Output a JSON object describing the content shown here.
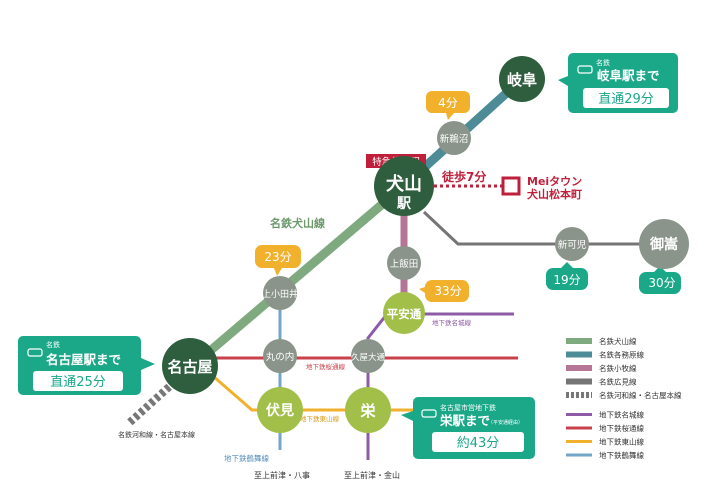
{
  "stations": {
    "gifu": "岐阜",
    "shin_unuma": "新鵜沼",
    "inuyama_1": "犬山",
    "inuyama_2": "駅",
    "shin_kani": "新可児",
    "mitake": "御嵩",
    "kami_iida": "上飯田",
    "heian_dori": "平安通",
    "kami_otai": "上小田井",
    "marunouchi": "丸の内",
    "hisaya_odori": "久屋大通",
    "nagoya": "名古屋",
    "fushimi": "伏見",
    "sakae": "栄"
  },
  "badges": {
    "shin_unuma": "4分",
    "kami_otai": "23分",
    "heian_dori": "33分",
    "shin_kani": "19分",
    "mitake": "30分"
  },
  "labels": {
    "express_stop": "特急停車駅",
    "walk": "徒歩7分",
    "dest_1": "Meiタウン",
    "dest_2": "犬山松本町",
    "inuyama_line": "名鉄犬山線",
    "meijo_line": "地下鉄名城線",
    "sakuradori_line": "地下鉄桜通線",
    "higashiyama_line": "地下鉄東山線",
    "tsurumai_line": "地下鉄鶴舞線",
    "kawawa_line": "名鉄河和線・名古屋本線",
    "to_kamimaezu_yagoto": "至上前津・八事",
    "to_kamimaezu_kanayama": "至上前津・金山"
  },
  "callouts": {
    "gifu": {
      "company": "名鉄",
      "title": "岐阜駅まで",
      "time": "直通29分"
    },
    "nagoya": {
      "company": "名鉄",
      "title": "名古屋駅まで",
      "time": "直通25分"
    },
    "sakae": {
      "company": "名古屋市営地下鉄",
      "title": "栄駅まで",
      "note": "（平安通経由）",
      "time": "約43分"
    }
  },
  "legend": [
    {
      "label": "名鉄犬山線",
      "color": "#7fa97f",
      "dashed": false
    },
    {
      "label": "名鉄各務原線",
      "color": "#4d8c97",
      "dashed": false
    },
    {
      "label": "名鉄小牧線",
      "color": "#b57595",
      "dashed": false
    },
    {
      "label": "名鉄広見線",
      "color": "#757575",
      "dashed": false
    },
    {
      "label": "名鉄河和線・名古屋本線",
      "color": "#777777",
      "dashed": true
    },
    {
      "label": "地下鉄名城線",
      "color": "#8e5ba6",
      "dashed": false
    },
    {
      "label": "地下鉄桜通線",
      "color": "#c9414b",
      "dashed": false
    },
    {
      "label": "地下鉄東山線",
      "color": "#f2b12c",
      "dashed": false
    },
    {
      "label": "地下鉄鶴舞線",
      "color": "#72a5c9",
      "dashed": false
    }
  ],
  "colors": {
    "dark_green": "#2e5e3e",
    "gray_station": "#8a948a",
    "lime": "#a2c049",
    "teal": "#1aa889",
    "orange": "#f2b12c",
    "crimson": "#c01f3b"
  }
}
